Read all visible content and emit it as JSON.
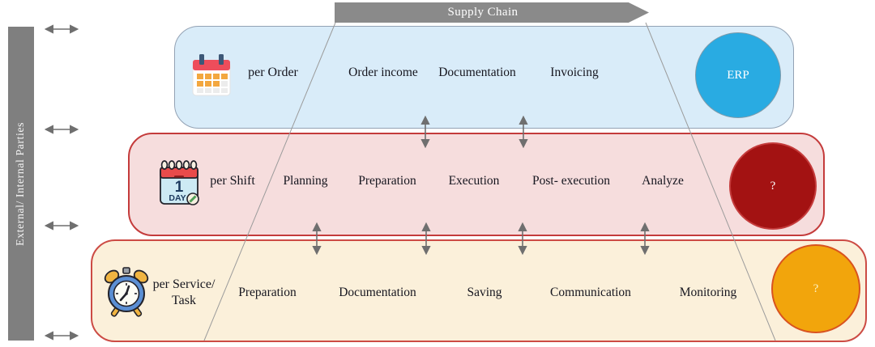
{
  "left_bar": {
    "label": "External/ Internal Parties"
  },
  "banner": {
    "label": "Supply Chain"
  },
  "bands": [
    {
      "id": "per-order",
      "label": "per Order",
      "icon": "calendar-icon",
      "steps": [
        "Order income",
        "Documentation",
        "Invoicing"
      ],
      "circle": {
        "label": "ERP",
        "fill": "#29abe2"
      }
    },
    {
      "id": "per-shift",
      "label": "per Shift",
      "icon": "one-day-calendar-icon",
      "icon_text": {
        "one": "1",
        "day": "DAY"
      },
      "steps": [
        "Planning",
        "Preparation",
        "Execution",
        "Post- execution",
        "Analyze"
      ],
      "circle": {
        "label": "?",
        "fill": "#a31212"
      }
    },
    {
      "id": "per-service-task",
      "label": "per Service/ Task",
      "icon": "alarm-clock-icon",
      "steps": [
        "Preparation",
        "Documentation",
        "Saving",
        "Communication",
        "Monitoring"
      ],
      "circle": {
        "label": "?",
        "fill": "#f2a50c"
      }
    }
  ],
  "colors": {
    "band_order_fill": "#d9ecf9",
    "band_shift_fill": "#f6dddd",
    "band_service_fill": "#fbf0da",
    "band_red_border": "#c43b3b",
    "erp_circle": "#29abe2",
    "shift_circle": "#a31212",
    "service_circle": "#f2a50c",
    "service_circle_border": "#d9531f",
    "banner_gray": "#8a8a8a",
    "leftbar_gray": "#7f7f7f",
    "arrow_gray": "#6f6f6f",
    "text_dark": "#16161f"
  }
}
